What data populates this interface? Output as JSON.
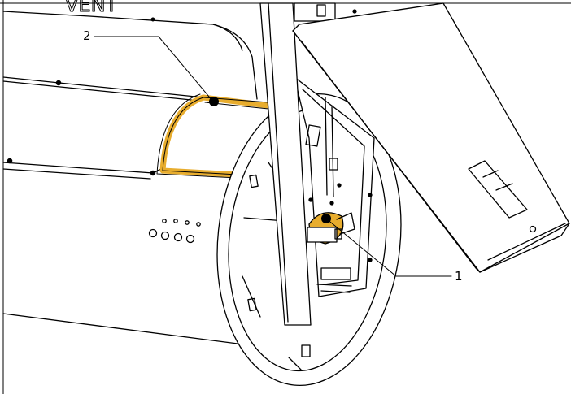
{
  "callouts": [
    {
      "id": "1",
      "label": "1"
    },
    {
      "id": "2",
      "label": "2"
    }
  ],
  "branding": {
    "text": "VENT"
  },
  "colors": {
    "highlight": "#e8ad2e",
    "line": "#000000",
    "background": "#ffffff",
    "inner_fill": "#ffffff"
  }
}
